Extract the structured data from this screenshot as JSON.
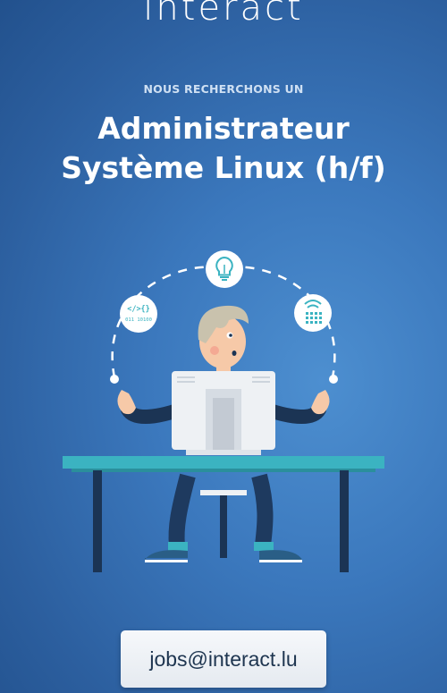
{
  "brand": {
    "logo_text": "interact"
  },
  "headline": {
    "eyebrow": "NOUS RECHERCHONS UN",
    "title_line1": "Administrateur",
    "title_line2": "Système Linux (h/f)"
  },
  "illustration": {
    "code_icon_line1": "</>{}",
    "code_icon_line2": "011 10100",
    "icons": [
      "code-icon",
      "lightbulb-icon",
      "wifi-icon"
    ]
  },
  "contact": {
    "email": "jobs@interact.lu"
  },
  "colors": {
    "background": "#2f66a8",
    "desk": "#3bb3c1",
    "desk_legs": "#1b3454",
    "monitor": "#eef1f4",
    "shirt": "#1b3454",
    "pants": "#1e3a5f",
    "hair": "#c9c2ad",
    "skin": "#f6c9a8",
    "shoes": "#3bb3c1",
    "icon_accent": "#3bb3c1",
    "contact_text": "#1e3550"
  }
}
